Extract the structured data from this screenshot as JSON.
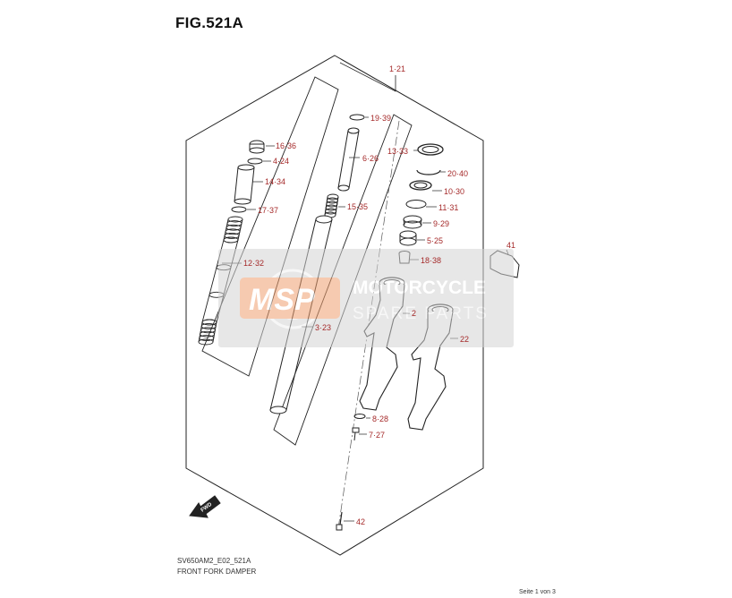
{
  "figure": {
    "title": "FIG.521A",
    "model_code": "SV650AM2_E02_521A",
    "section_name": "FRONT FORK DAMPER",
    "page_indicator": "Seite 1 von 3"
  },
  "callouts": [
    {
      "id": "c-1-21",
      "label": "1·21"
    },
    {
      "id": "c-19-39",
      "label": "19·39"
    },
    {
      "id": "c-16-36",
      "label": "16·36"
    },
    {
      "id": "c-4-24",
      "label": "4·24"
    },
    {
      "id": "c-13-33",
      "label": "13·33"
    },
    {
      "id": "c-6-26",
      "label": "6·26"
    },
    {
      "id": "c-20-40",
      "label": "20·40"
    },
    {
      "id": "c-14-34",
      "label": "14·34"
    },
    {
      "id": "c-10-30",
      "label": "10·30"
    },
    {
      "id": "c-17-37",
      "label": "17·37"
    },
    {
      "id": "c-15-35",
      "label": "15·35"
    },
    {
      "id": "c-11-31",
      "label": "11·31"
    },
    {
      "id": "c-9-29",
      "label": "9·29"
    },
    {
      "id": "c-5-25",
      "label": "5·25"
    },
    {
      "id": "c-41",
      "label": "41"
    },
    {
      "id": "c-18-38",
      "label": "18·38"
    },
    {
      "id": "c-12-32",
      "label": "12·32"
    },
    {
      "id": "c-2",
      "label": "2"
    },
    {
      "id": "c-3-23",
      "label": "3·23"
    },
    {
      "id": "c-22",
      "label": "22"
    },
    {
      "id": "c-8-28",
      "label": "8·28"
    },
    {
      "id": "c-7-27",
      "label": "7·27"
    },
    {
      "id": "c-42",
      "label": "42"
    }
  ],
  "fwd_label": "FWD",
  "watermark": {
    "badge": "MSP",
    "line1": "MOTORCYCLE",
    "line2": "SPARE PARTS"
  },
  "colors": {
    "callout_red": "#a52a2a",
    "line": "#222222",
    "watermark_orange": "#f0a070",
    "watermark_gray": "#bdbdbd"
  }
}
